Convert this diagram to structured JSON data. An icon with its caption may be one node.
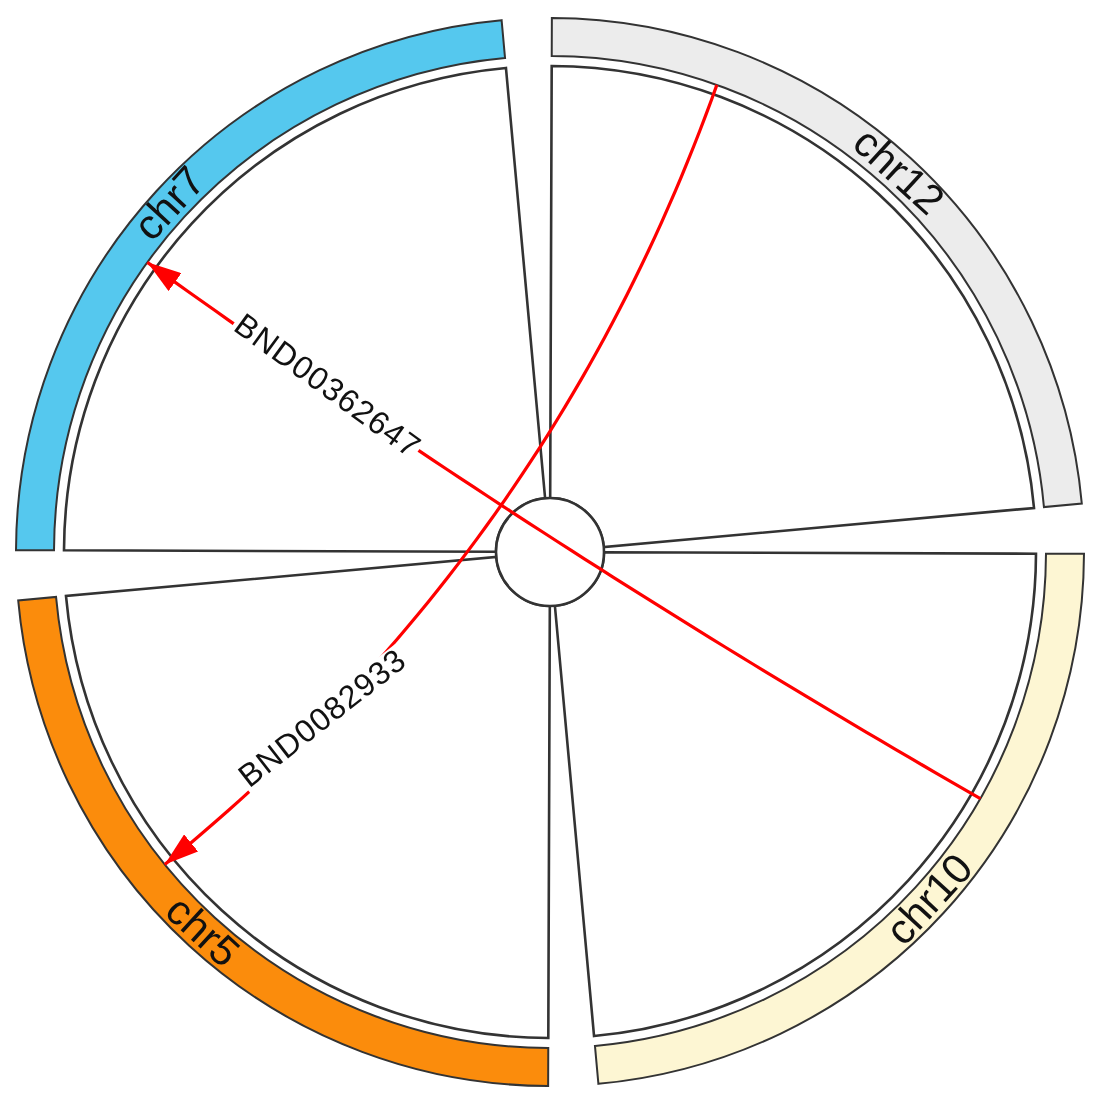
{
  "diagram": {
    "nodes": [
      {
        "text": [
          "chr7"
        ]
      },
      {
        "text": [
          "chr12"
        ]
      },
      {
        "text": [
          "chr10"
        ]
      },
      {
        "text": [
          "chr5"
        ]
      }
    ],
    "edges": [
      {
        "from": 2,
        "to": 0,
        "arrow": "to",
        "label": "BND00362647"
      },
      {
        "from": 1,
        "to": 3,
        "arrow": "to",
        "label": "BND0082933"
      }
    ]
  }
}
